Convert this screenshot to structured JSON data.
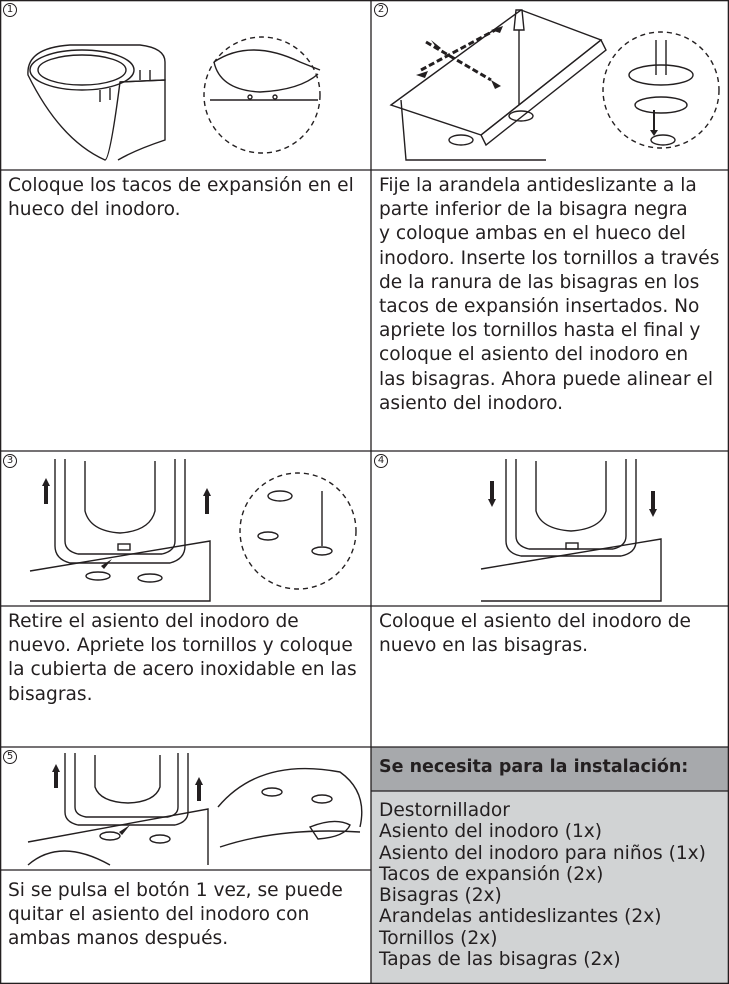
{
  "steps": [
    {
      "number": "1",
      "text": "Coloque los tacos de expansión en el\nhueco del inodoro."
    },
    {
      "number": "2",
      "text": "Fije la arandela antideslizante a la\nparte inferior de la bisagra negra\ny coloque ambas en el hueco del\ninodoro. Inserte los tornillos a través\nde la ranura de las bisagras en los\ntacos de expansión insertados. No\napriete los tornillos hasta el final y\ncoloque el asiento del inodoro en\nlas bisagras. Ahora puede alinear el\nasiento del inodoro."
    },
    {
      "number": "3",
      "text": "Retire el asiento del inodoro de\nnuevo. Apriete los tornillos y coloque\nla cubierta de acero inoxidable en las\nbisagras."
    },
    {
      "number": "4",
      "text": "Coloque el asiento del inodoro de\nnuevo en las bisagras."
    },
    {
      "number": "5",
      "text": "Si se pulsa el botón 1 vez, se puede\nquitar el asiento del inodoro con\nambas manos después."
    }
  ],
  "requirements": {
    "title": "Se necesita para la instalación:",
    "items": [
      "Destornillador",
      "Asiento del inodoro (1x)",
      "Asiento del inodoro para niños (1x)",
      "Tacos de expansión (2x)",
      "Bisagras (2x)",
      "Arandelas antideslizantes (2x)",
      "Tornillos (2x)",
      "Tapas de las bisagras (2x)"
    ]
  },
  "colors": {
    "border": "#231f20",
    "header_bg": "#a7a9ac",
    "list_bg": "#d1d3d4"
  }
}
